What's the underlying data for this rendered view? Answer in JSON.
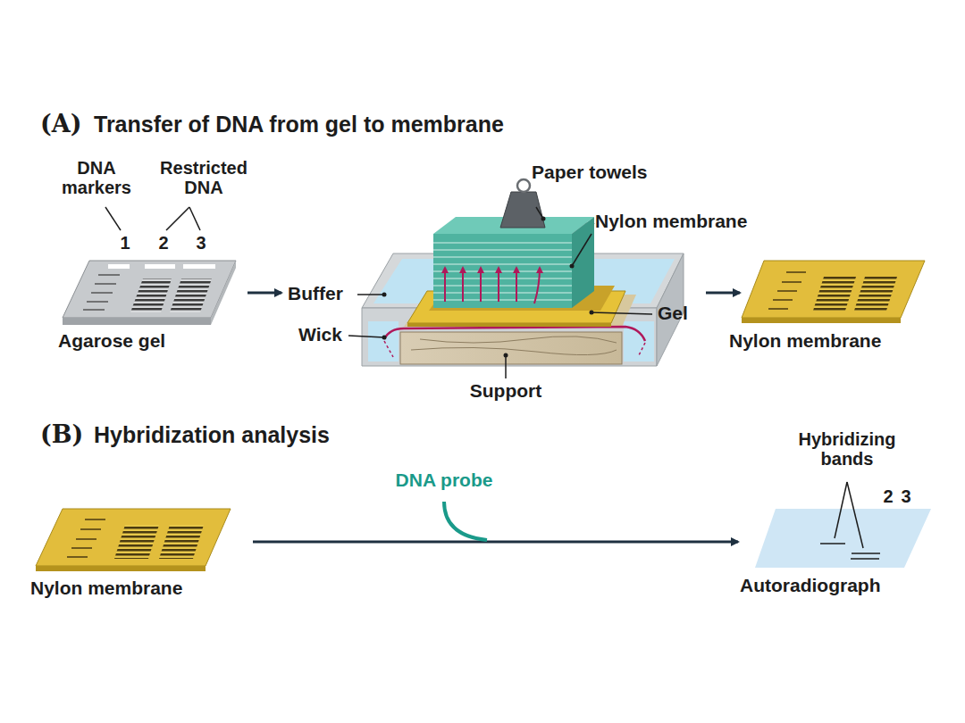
{
  "diagram": {
    "labels": [
      "(A)",
      "Transfer of DNA from gel to membrane",
      "DNA markers",
      "Restricted DNA",
      "1",
      "2",
      "3",
      "Agarose gel",
      "Paper towels",
      "Nylon membrane",
      "Buffer",
      "Wick",
      "Gel",
      "Support",
      "Nylon membrane",
      "(B)",
      "Hybridization analysis",
      "Nylon membrane",
      "DNA probe",
      "Hybridizing bands",
      "2",
      "3",
      "Autoradiograph"
    ]
  }
}
